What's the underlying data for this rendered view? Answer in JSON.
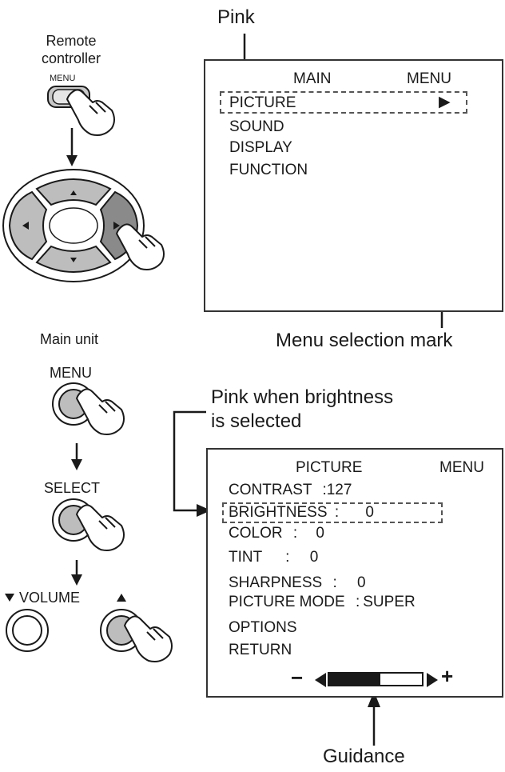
{
  "labels": {
    "pink_top": "Pink",
    "remote_controller": [
      "Remote",
      "controller"
    ],
    "remote_menu_button": "MENU",
    "menu_selection_mark": "Menu selection mark",
    "main_unit": "Main unit",
    "unit_menu": "MENU",
    "unit_select": "SELECT",
    "unit_volume": "VOLUME",
    "pink_brightness": [
      "Pink when brightness",
      "is selected"
    ],
    "guidance": "Guidance"
  },
  "main_menu_screen": {
    "title_left": "MAIN",
    "title_right": "MENU",
    "selected_arrow": "▶",
    "items": [
      "PICTURE",
      "SOUND",
      "DISPLAY",
      "FUNCTION"
    ]
  },
  "picture_menu_screen": {
    "title_left": "PICTURE",
    "title_right": "MENU",
    "items": [
      {
        "name": "CONTRAST",
        "sep": ":",
        "value": "127"
      },
      {
        "name": "BRIGHTNESS",
        "sep": ":",
        "value": "0"
      },
      {
        "name": "COLOR",
        "sep": ":",
        "value": "0"
      },
      {
        "name": "TINT",
        "sep": ":",
        "value": "0"
      },
      {
        "name": "SHARPNESS",
        "sep": ":",
        "value": "0"
      },
      {
        "name": "PICTURE MODE",
        "sep": ":",
        "value": "SUPER"
      },
      {
        "name": "OPTIONS",
        "sep": "",
        "value": ""
      },
      {
        "name": "RETURN",
        "sep": "",
        "value": ""
      }
    ],
    "guidance_bar": {
      "minus": "−",
      "plus": "+",
      "level": 0.55
    }
  },
  "colors": {
    "line": "#1a1a1a",
    "button_fill": "#bdbdbd",
    "button_dark": "#8a8a8a"
  },
  "icons": [
    "hand-pointer-icon",
    "arrow-down-icon",
    "arrow-up-icon",
    "triangle-up-icon",
    "triangle-down-icon",
    "triangle-left-icon",
    "triangle-right-icon"
  ]
}
